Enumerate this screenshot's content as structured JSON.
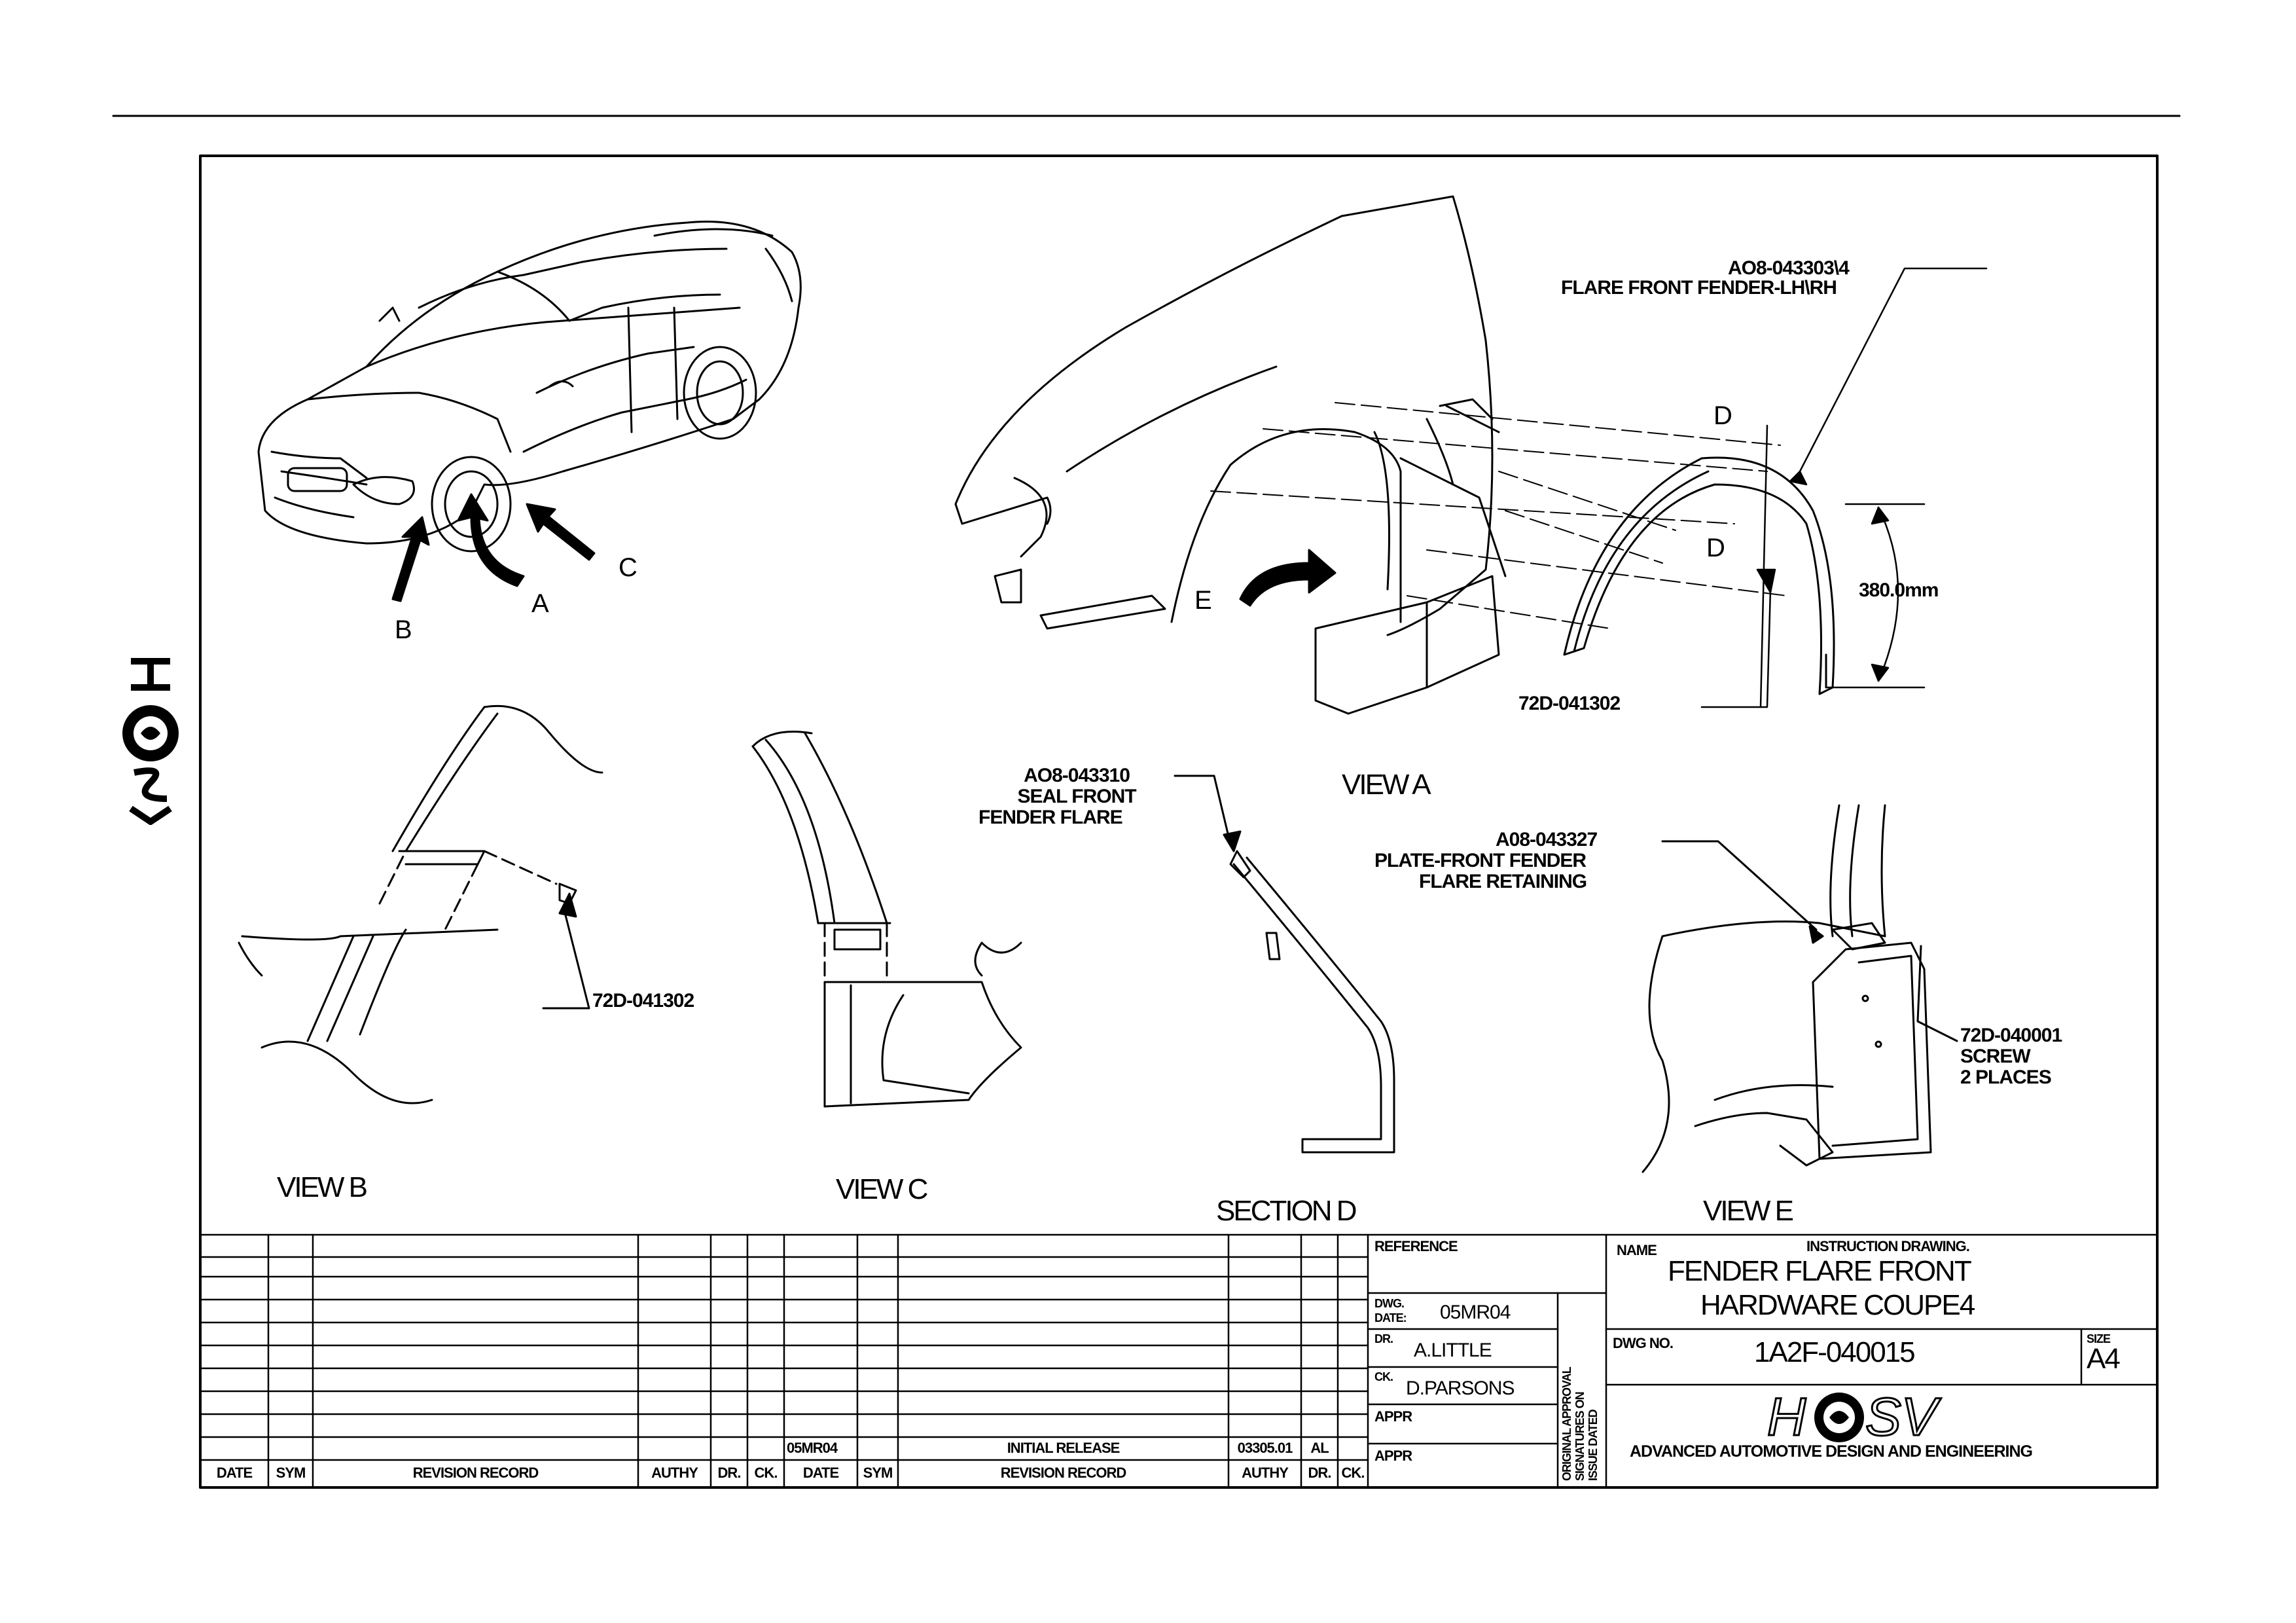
{
  "drawing": {
    "top_rule": true,
    "logo_side": "HSV",
    "callouts": {
      "view_a_part": "AO8-043303\\4",
      "view_a_part_desc": "FLARE FRONT FENDER-LH\\RH",
      "dim_label": "380.0mm",
      "section_d_top": "D",
      "section_d_bottom": "D",
      "view_a_screw": "72D-041302",
      "arrow_a": "A",
      "arrow_b": "B",
      "arrow_c": "C",
      "arrow_e": "E",
      "view_b_screw": "72D-041302",
      "seal_part": "AO8-043310",
      "seal_desc_1": "SEAL FRONT",
      "seal_desc_2": "FENDER FLARE",
      "plate_part": "A08-043327",
      "plate_desc_1": "PLATE-FRONT FENDER",
      "plate_desc_2": "FLARE RETAINING",
      "screw_part": "72D-040001",
      "screw_desc_1": "SCREW",
      "screw_desc_2": "2 PLACES"
    },
    "views": {
      "a": "VIEW A",
      "b": "VIEW B",
      "c": "VIEW C",
      "d": "SECTION D",
      "e": "VIEW E"
    }
  },
  "title_block": {
    "revision_headers": [
      "DATE",
      "SYM",
      "REVISION RECORD",
      "AUTHY",
      "DR.",
      "CK."
    ],
    "revision_row": {
      "date": "05MR04",
      "sym": "",
      "record": "INITIAL RELEASE",
      "authy": "03305.01",
      "dr": "AL",
      "ck": ""
    },
    "reference_label": "REFERENCE",
    "dwg_date_label_1": "DWG.",
    "dwg_date_label_2": "DATE:",
    "dwg_date": "05MR04",
    "dr_label": "DR.",
    "dr_name": "A.LITTLE",
    "ck_label": "CK.",
    "ck_name": "D.PARSONS",
    "appr_label_1": "APPR",
    "appr_label_2": "APPR",
    "approval_note_1": "ORIGINAL APPROVAL",
    "approval_note_2": "SIGNATURES ON",
    "approval_note_3": "ISSUE DATED",
    "name_label": "NAME",
    "instruction_label": "INSTRUCTION DRAWING.",
    "title_line_1": "FENDER FLARE FRONT",
    "title_line_2": "HARDWARE COUPE4",
    "dwg_no_label": "DWG NO.",
    "dwg_no": "1A2F-040015",
    "size_label": "SIZE",
    "size": "A4",
    "company": "ADVANCED AUTOMOTIVE DESIGN AND ENGINEERING",
    "logo_letters_left": "H",
    "logo_letters_right": "SV"
  }
}
